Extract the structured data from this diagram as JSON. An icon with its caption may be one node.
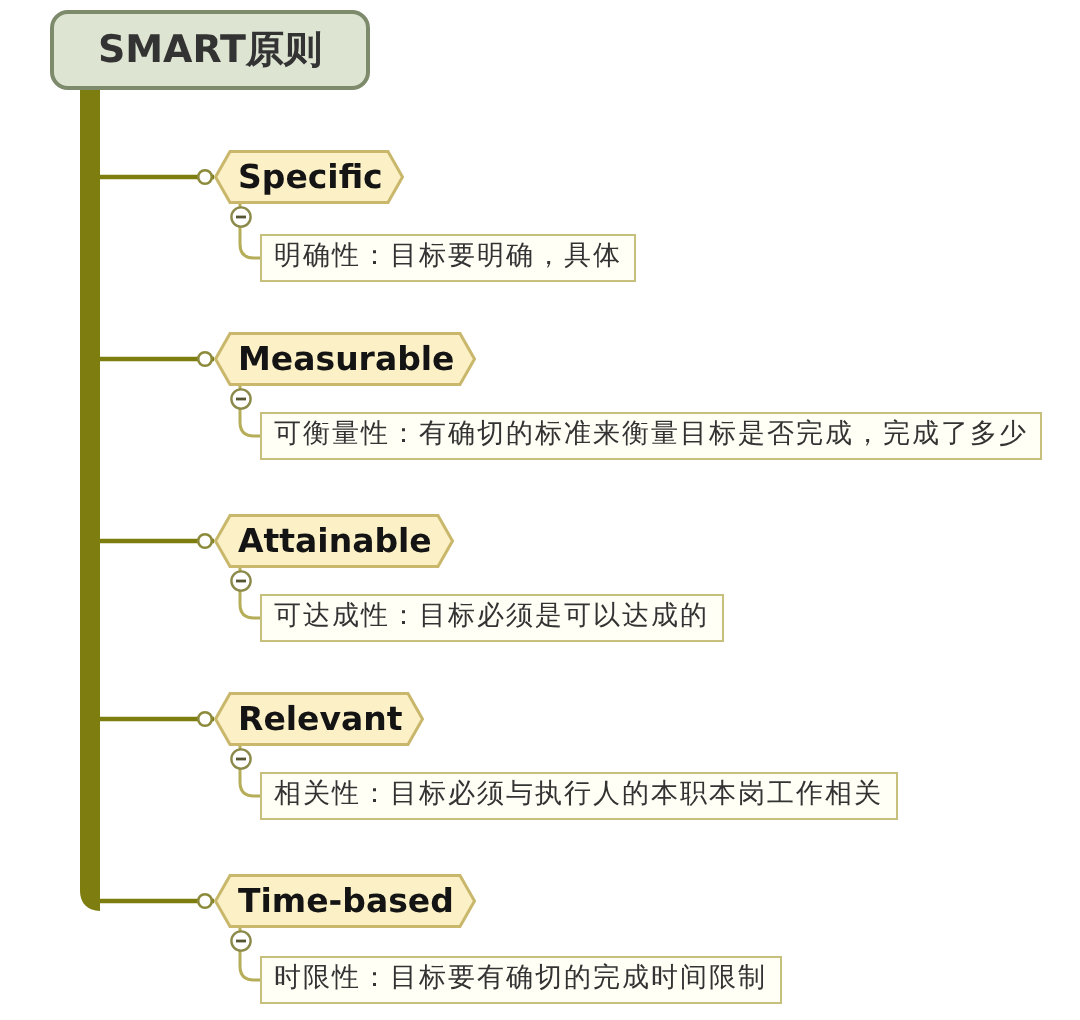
{
  "diagram": {
    "nodes": [
      {
        "text": [
          "SMART原则"
        ]
      },
      {
        "text": [
          "Specific"
        ]
      },
      {
        "text": [
          "明确性：目标要明确，具体"
        ]
      },
      {
        "text": [
          "Measurable"
        ]
      },
      {
        "text": [
          "可衡量性：有确切的标准来衡量目标是否完成，完成了多少"
        ]
      },
      {
        "text": [
          "Attainable"
        ]
      },
      {
        "text": [
          "可达成性：目标必须是可以达成的"
        ]
      },
      {
        "text": [
          "Relevant"
        ]
      },
      {
        "text": [
          "相关性：目标必须与执行人的本职本岗工作相关"
        ]
      },
      {
        "text": [
          "Time-based"
        ]
      },
      {
        "text": [
          "时限性：目标要有确切的完成时间限制"
        ]
      }
    ],
    "edges": [
      {
        "from": 0,
        "to": 1,
        "arrow": "other",
        "style": "thick"
      },
      {
        "from": 0,
        "to": 3,
        "arrow": "other",
        "style": "thick"
      },
      {
        "from": 0,
        "to": 5,
        "arrow": "other",
        "style": "thick"
      },
      {
        "from": 0,
        "to": 7,
        "arrow": "other",
        "style": "thick"
      },
      {
        "from": 0,
        "to": 9,
        "arrow": "other",
        "style": "thick"
      },
      {
        "from": 1,
        "to": 2,
        "arrow": "none"
      },
      {
        "from": 3,
        "to": 4,
        "arrow": "none"
      },
      {
        "from": 5,
        "to": 6,
        "arrow": "none"
      },
      {
        "from": 7,
        "to": 8,
        "arrow": "none"
      },
      {
        "from": 9,
        "to": 10,
        "arrow": "none"
      }
    ]
  }
}
